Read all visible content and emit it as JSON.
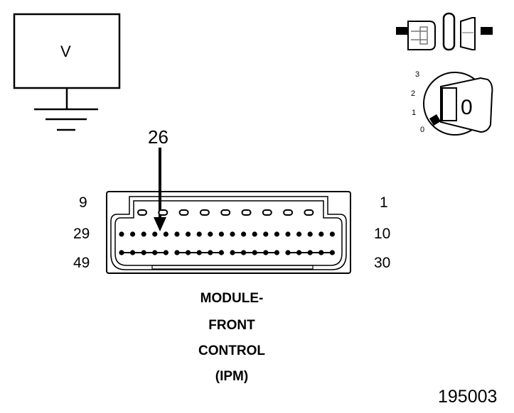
{
  "meter": {
    "label": "V"
  },
  "pointer": {
    "pin": "26"
  },
  "connector": {
    "top_left_pin": "9",
    "mid_left_pin": "29",
    "bottom_left_pin": "49",
    "top_right_pin": "1",
    "mid_right_pin": "10",
    "bottom_right_pin": "30"
  },
  "module": {
    "lines": [
      "MODULE-",
      "FRONT",
      "CONTROL",
      "(IPM)"
    ]
  },
  "ignition": {
    "positions": [
      "3",
      "2",
      "1",
      "0"
    ],
    "key_label": "0"
  },
  "figure_id": "195003",
  "icons": {
    "meter": "voltmeter-icon",
    "ground": "ground-icon",
    "disconnect": "disconnected-connector-icon",
    "ignition": "ignition-switch-icon"
  }
}
